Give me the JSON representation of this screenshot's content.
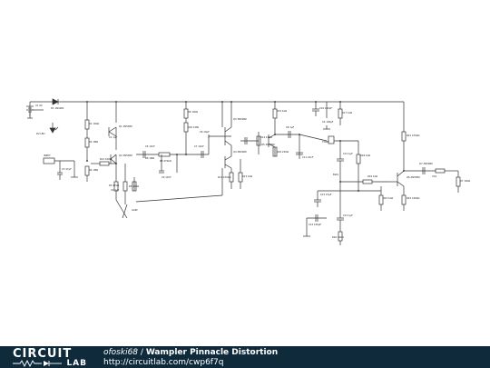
{
  "circuit": {
    "author": "ofoski68",
    "separator": " / ",
    "title": "Wampler Pinnacle Distortion",
    "url": "http://circuitlab.com/cwp6f7q"
  },
  "logo": {
    "top": "CIRCUIT",
    "bottom": "LAB"
  },
  "components": {
    "r1": "R1 10kΩ",
    "r2": "R2 1MΩ",
    "r3": "R3 47kΩ",
    "r4": "R4 1MΩ",
    "r5": "R5 10kΩ",
    "r6": "R6 1MΩ",
    "r7": "R7 10kΩ",
    "r8": "R8 470kΩ",
    "r9": "R9 10kΩ",
    "r10": "R10 1MΩ",
    "r11": "R11 470kΩ",
    "r12": "R12 100Ω",
    "r13": "R13 1kΩ",
    "r14": "R14 10kΩ",
    "r15": "R15 1kΩ",
    "r16": "R16 220Ω",
    "r17": "R17 1kΩ",
    "r18": "R18 1kΩ",
    "r19": "R19 1kΩ",
    "r20": "R20 10kΩ",
    "r21": "R21 470kΩ",
    "r22": "R22 100kΩ",
    "r23": "R23 1kΩ",
    "c1": "C1 1µF",
    "c2": "C2 1µF",
    "c3": "C3 47µF",
    "c4": "C4 100µF",
    "c5": "C5 10nF",
    "c6": "C6 10µF",
    "c7": "C7 10nF",
    "c8": "C8 1µF",
    "c9": "C9 10nF",
    "c10": "C10 100pF",
    "c11": "C11 22nF",
    "c12": "C12 1µF",
    "c13": "C13 1µF",
    "c14": "C14 100µF",
    "c15": "C15 47µF",
    "q1": "Q1 2N5089",
    "q2": "Q2 2N5089",
    "q3": "Q3 2N5089",
    "q4": "Q4 2N5089",
    "q5": "Q5 2N5089",
    "q6": "Q6 2N5089",
    "q7": "Q7 2N5089",
    "d1": "D1 1N4001",
    "d2": "D2 LED",
    "v1": "V1 9V",
    "input": "INPUT",
    "gain": "GAIN",
    "tone": "TONE",
    "vol": "VOL",
    "bias": "BIAS"
  }
}
